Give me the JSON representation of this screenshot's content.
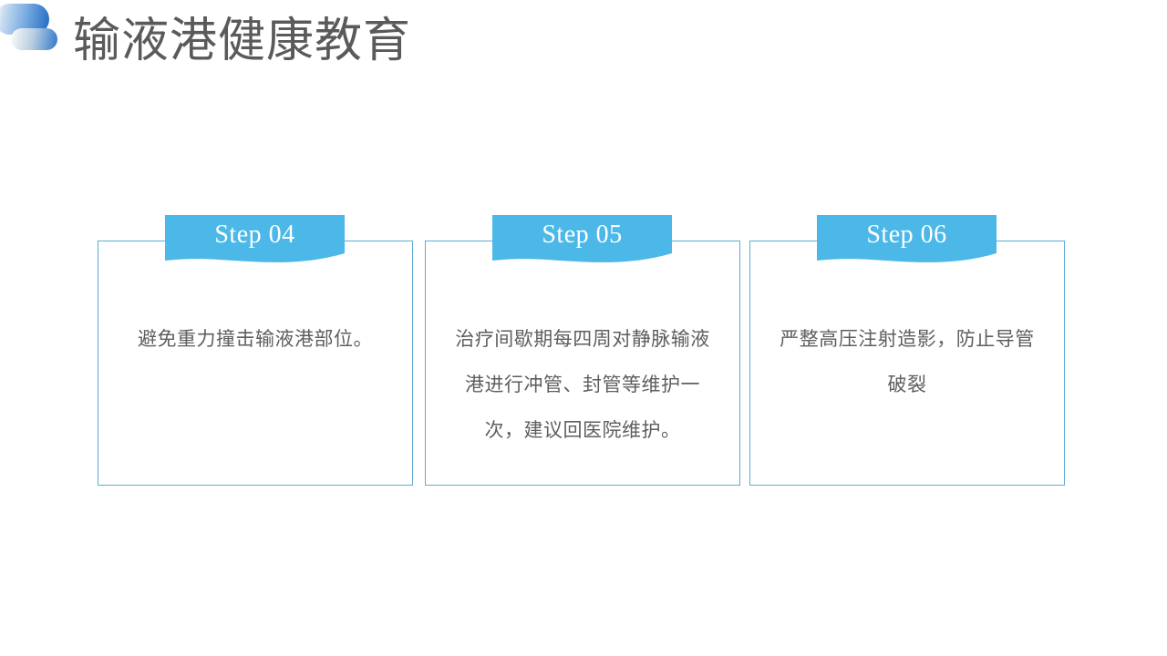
{
  "header": {
    "title": "输液港健康教育",
    "logo_name": "cloud-logo"
  },
  "theme": {
    "accent_blue": "#4cb8e8",
    "border_blue": "#5cadd4",
    "title_gray": "#5a5a5a",
    "body_gray": "#5e5e5e",
    "logo_blue": "#2e75c8",
    "background": "#ffffff"
  },
  "cards": [
    {
      "step_label": "Step 04",
      "body": "避免重力撞击输液港部位。"
    },
    {
      "step_label": "Step 05",
      "body": "治疗间歇期每四周对静脉输液港进行冲管、封管等维护一次，建议回医院维护。"
    },
    {
      "step_label": "Step 06",
      "body": "严整高压注射造影，防止导管破裂"
    }
  ]
}
